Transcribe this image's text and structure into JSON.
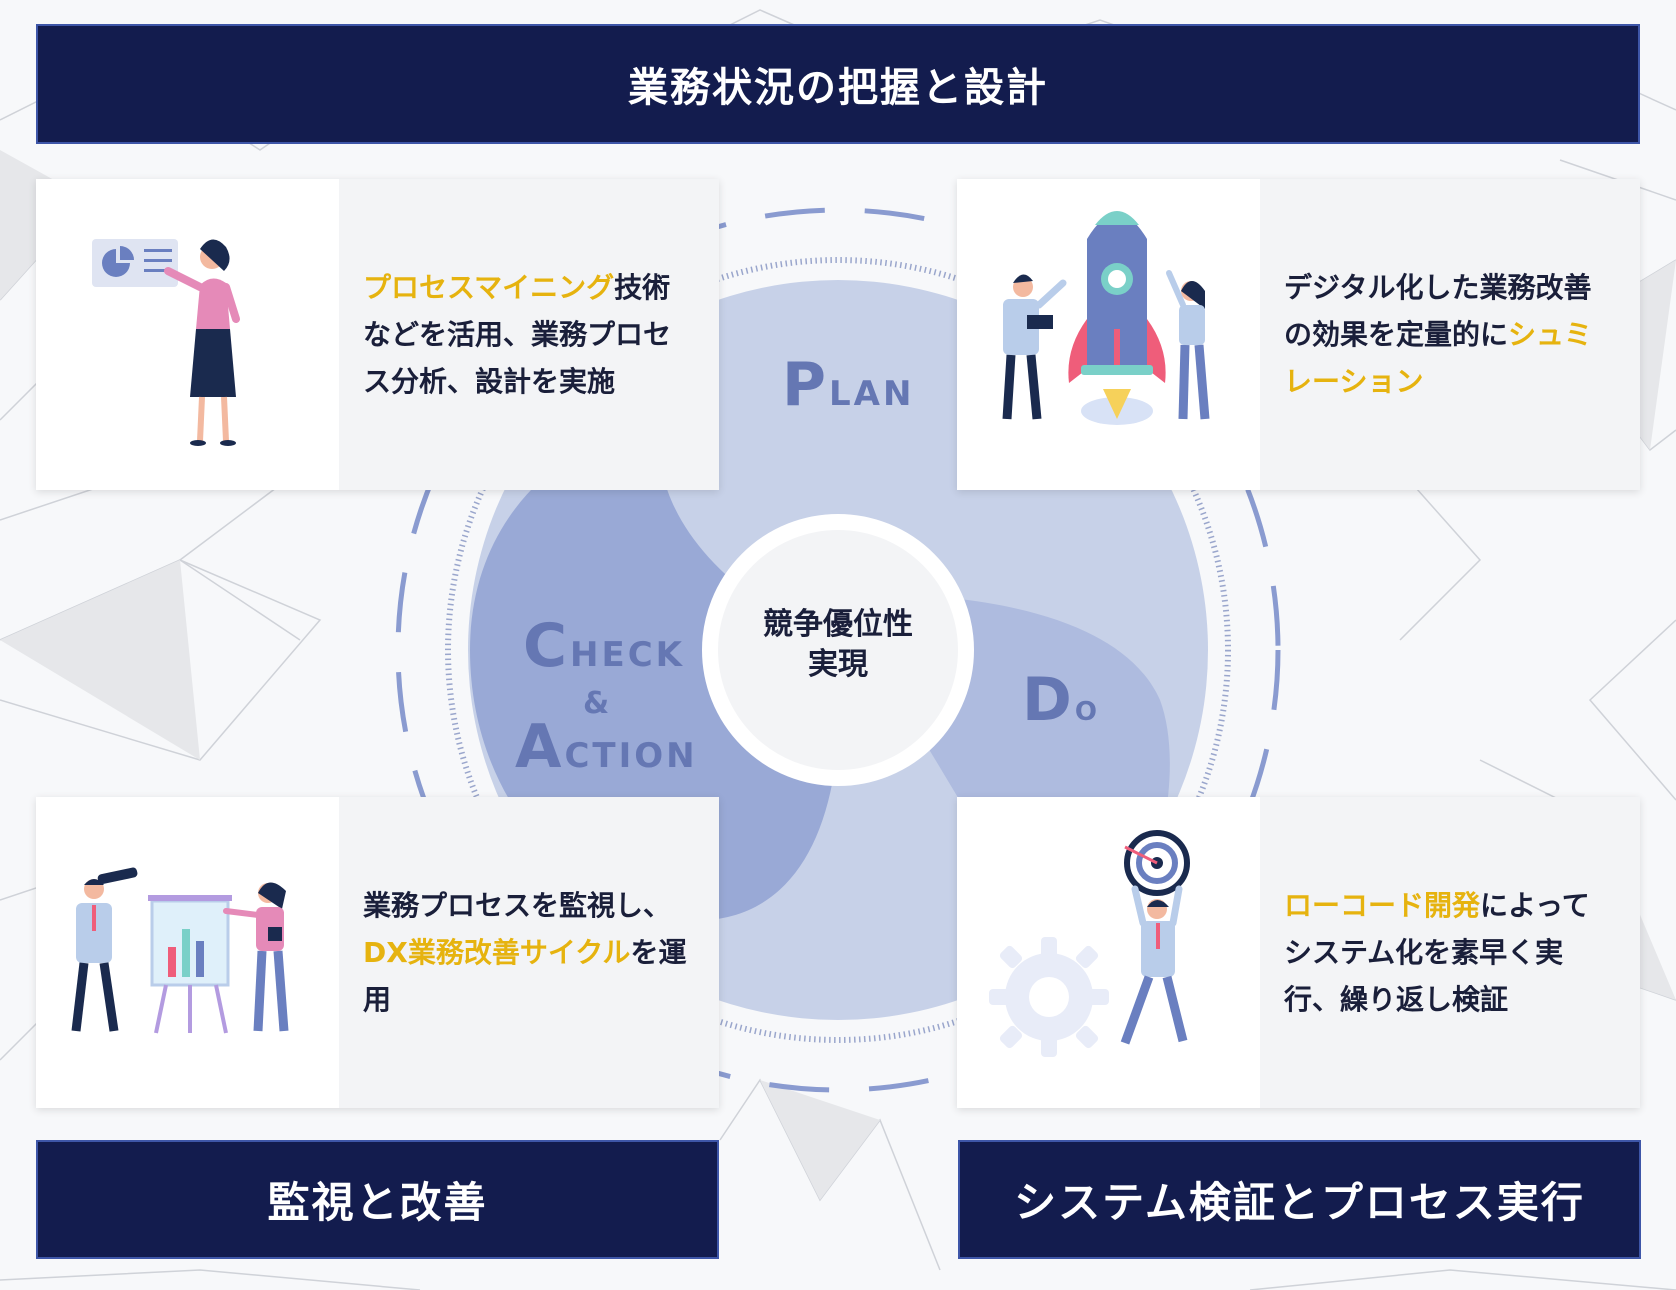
{
  "banners": {
    "top": "業務状況の把握と設計",
    "bottom_left": "監視と改善",
    "bottom_right": "システム検証とプロセス実行"
  },
  "cycle": {
    "center_line1": "競争優位性",
    "center_line2": "実現",
    "plan_first": "P",
    "plan_rest": "LAN",
    "do_first": "D",
    "do_rest": "O",
    "check_first": "C",
    "check_rest": "HECK",
    "amp": "&",
    "action_first": "A",
    "action_rest": "CTION"
  },
  "cards": {
    "top_left": {
      "highlight": "プロセスマイニング",
      "after": "技術などを活用、業務プロセス分析、設計を実施"
    },
    "top_right": {
      "before": "デジタル化した業務改善の効果を定量的に",
      "highlight": "シュミレーション"
    },
    "bottom_left": {
      "before": "業務プロセスを監視し、",
      "highlight": "DX業務改善サイクル",
      "after": "を運用"
    },
    "bottom_right": {
      "highlight": "ローコード開発",
      "after": "によってシステム化を素早く実行、繰り返し検証"
    }
  },
  "colors": {
    "navy": "#131c4e",
    "highlight": "#e6b30f",
    "cycle_light": "#c7d1e8",
    "cycle_mid": "#aebbdf",
    "cycle_dark": "#99a9d6"
  }
}
